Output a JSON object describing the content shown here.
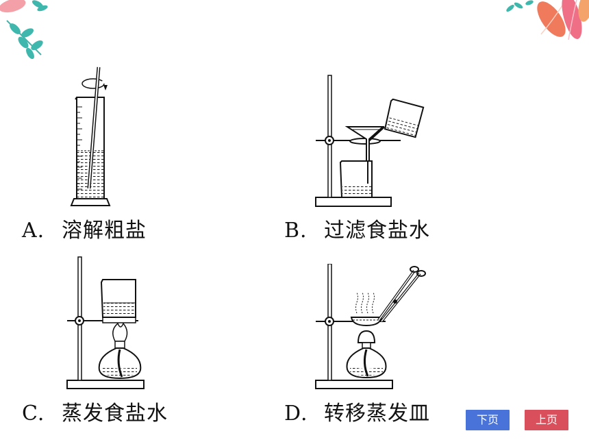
{
  "options": [
    {
      "letter": "A.",
      "text": "溶解粗盐"
    },
    {
      "letter": "B.",
      "text": "过滤食盐水"
    },
    {
      "letter": "C.",
      "text": "蒸发食盐水"
    },
    {
      "letter": "D.",
      "text": "转移蒸发皿"
    }
  ],
  "nav": {
    "next_label": "下页",
    "prev_label": "上页"
  },
  "colors": {
    "next": "#4a73d9",
    "prev": "#d9505c",
    "leaf_teal": "#3fb7ad",
    "leaf_coral": "#f07a5c"
  }
}
